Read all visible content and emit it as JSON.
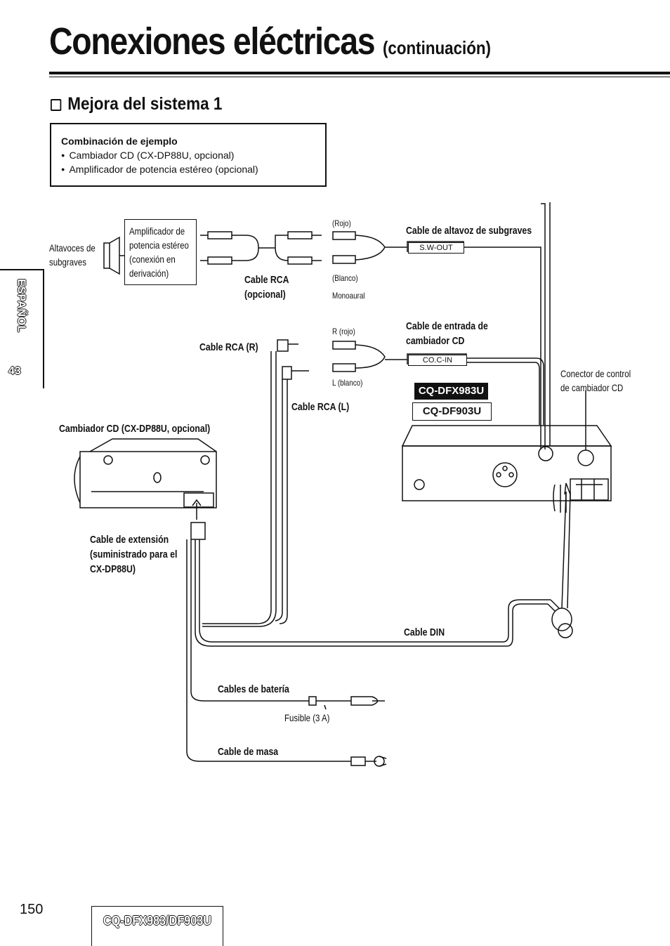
{
  "header": {
    "title": "Conexiones eléctricas",
    "title_sub": "(continuación)"
  },
  "section": {
    "title": "Mejora del sistema 1"
  },
  "example": {
    "heading": "Combinación de ejemplo",
    "items": [
      "Cambiador CD (CX-DP88U, opcional)",
      "Amplificador de potencia estéreo (opcional)"
    ]
  },
  "sidebar": {
    "language": "ESPAÑOL",
    "page_number": "43"
  },
  "labels": {
    "subwoofer_speakers": [
      "Altavoces de",
      "subgraves"
    ],
    "amplifier": [
      "Amplificador de",
      "potencia estéreo",
      "(conexión en",
      "derivación)"
    ],
    "rca_cable_optional": [
      "Cable RCA",
      "(opcional)"
    ],
    "red_top": "(Rojo)",
    "white_top": "(Blanco)",
    "mono": "Monoaural",
    "subwoofer_cable": "Cable de altavoz de subgraves",
    "sw_out": "S.W-OUT",
    "changer_input_cable": [
      "Cable de entrada de",
      "cambiador CD"
    ],
    "co_c_in": "CO.C-IN",
    "red_mid": "R (rojo)",
    "white_mid": "L (blanco)",
    "rca_r": "Cable RCA (R)",
    "rca_l": "Cable RCA (L)",
    "model_a": "CQ-DFX983U",
    "model_b": "CQ-DF903U",
    "control_connector": [
      "Conector de control",
      "de cambiador CD"
    ],
    "cd_changer": "Cambiador CD (CX-DP88U, opcional)",
    "extension_cable": [
      "Cable de extensión",
      "(suministrado para el",
      "CX-DP88U)"
    ],
    "din_cable": "Cable DIN",
    "battery_cables": "Cables de batería",
    "fuse": "Fusible (3 A)",
    "ground_cable": "Cable de masa"
  },
  "footer": {
    "page_number": "150",
    "model": "CQ-DFX983/DF903U"
  }
}
